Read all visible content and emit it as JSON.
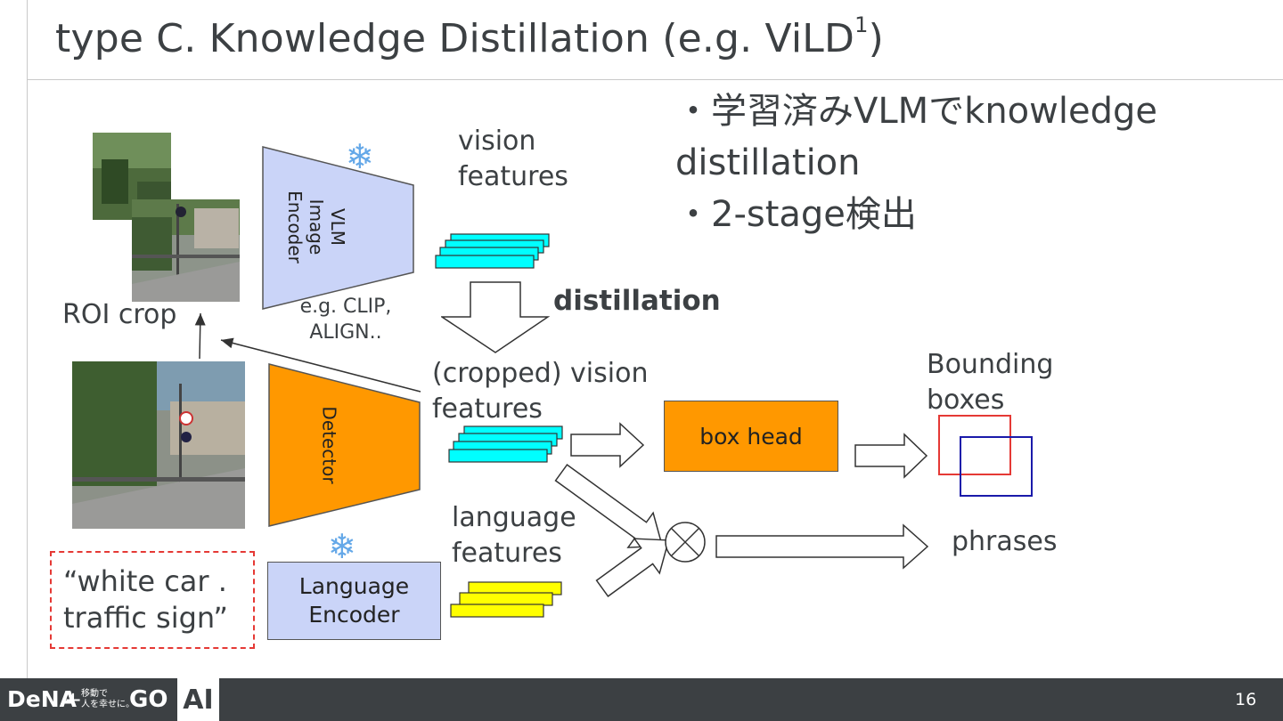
{
  "title": "type C. Knowledge Distillation (e.g. ViLD",
  "title_superscript": "1",
  "title_suffix": ")",
  "bullets": [
    "・学習済みVLMでknowledge",
    "distillation",
    "・2-stage検出"
  ],
  "labels": {
    "roi_crop": "ROI crop",
    "vision_features_1": "vision",
    "vision_features_2": "features",
    "distillation": "distillation",
    "cropped_1": "(cropped) vision",
    "cropped_2": "features",
    "language_1": "language",
    "language_2": "features",
    "bounding_1": "Bounding",
    "bounding_2": "boxes",
    "phrases": "phrases",
    "eg_1": "e.g. CLIP,",
    "eg_2": "ALIGN.."
  },
  "blocks": {
    "vlm_encoder": [
      "VLM",
      "Image",
      "Encoder"
    ],
    "detector": "Detector",
    "box_head": "box head",
    "language_encoder": [
      "Language",
      "Encoder"
    ]
  },
  "text_prompt": [
    "“white car .",
    "traffic sign”"
  ],
  "footer": {
    "logo": "DeNA",
    "plus": "+",
    "slogan_1": "移動で",
    "slogan_2": "人を幸せに。",
    "go_logo": "GO",
    "section": "AI",
    "page": "16"
  },
  "colors": {
    "vlm_encoder": "#cad4f8",
    "detector": "#ff9800",
    "vision_feature": "#00ffff",
    "language_feature": "#ffff00",
    "box_red": "#e53935",
    "box_blue": "#1a1aaa",
    "freeze_icon": "#64a8e8"
  },
  "icons": {
    "freeze": "snowflake-icon",
    "combine": "circle-cross-icon"
  }
}
